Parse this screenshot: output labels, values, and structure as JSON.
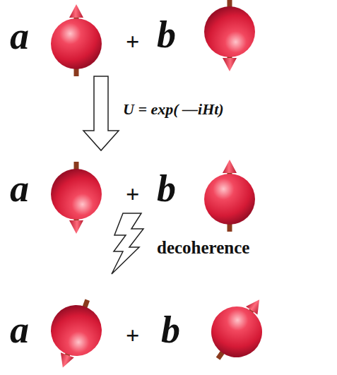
{
  "diagram": {
    "labels": [
      "a",
      "+",
      "b",
      "U = exp( —iHt)",
      "a",
      "+",
      "b",
      "decoherence",
      "a",
      "+",
      "b"
    ]
  }
}
